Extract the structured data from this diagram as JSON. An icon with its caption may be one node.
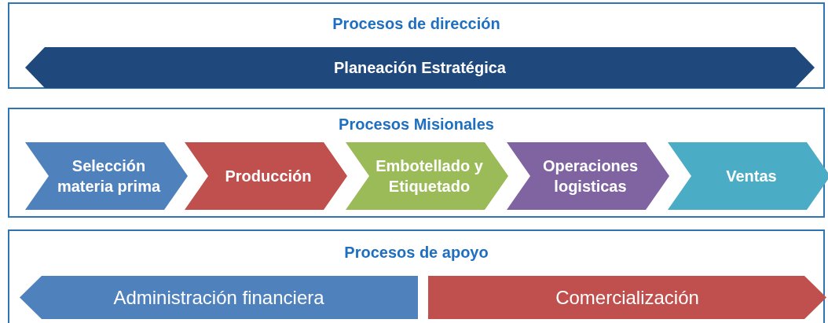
{
  "diagram": {
    "nodes": [
      {
        "text": [
          "Procesos de dirección"
        ]
      },
      {
        "text": [
          "Planeación Estratégica"
        ],
        "in": 0
      },
      {
        "text": [
          "Procesos Misionales"
        ]
      },
      {
        "text": [
          "Selección materia prima"
        ],
        "in": 2
      },
      {
        "text": [
          "Producción"
        ],
        "in": 2
      },
      {
        "text": [
          "Embotellado y Etiquetado"
        ],
        "in": 2
      },
      {
        "text": [
          "Operaciones logisticas"
        ],
        "in": 2
      },
      {
        "text": [
          "Ventas"
        ],
        "in": 2
      },
      {
        "text": [
          "Procesos de apoyo"
        ]
      },
      {
        "text": [
          "Administración financiera"
        ],
        "in": 8
      },
      {
        "text": [
          "Comercialización"
        ],
        "in": 8
      }
    ]
  }
}
